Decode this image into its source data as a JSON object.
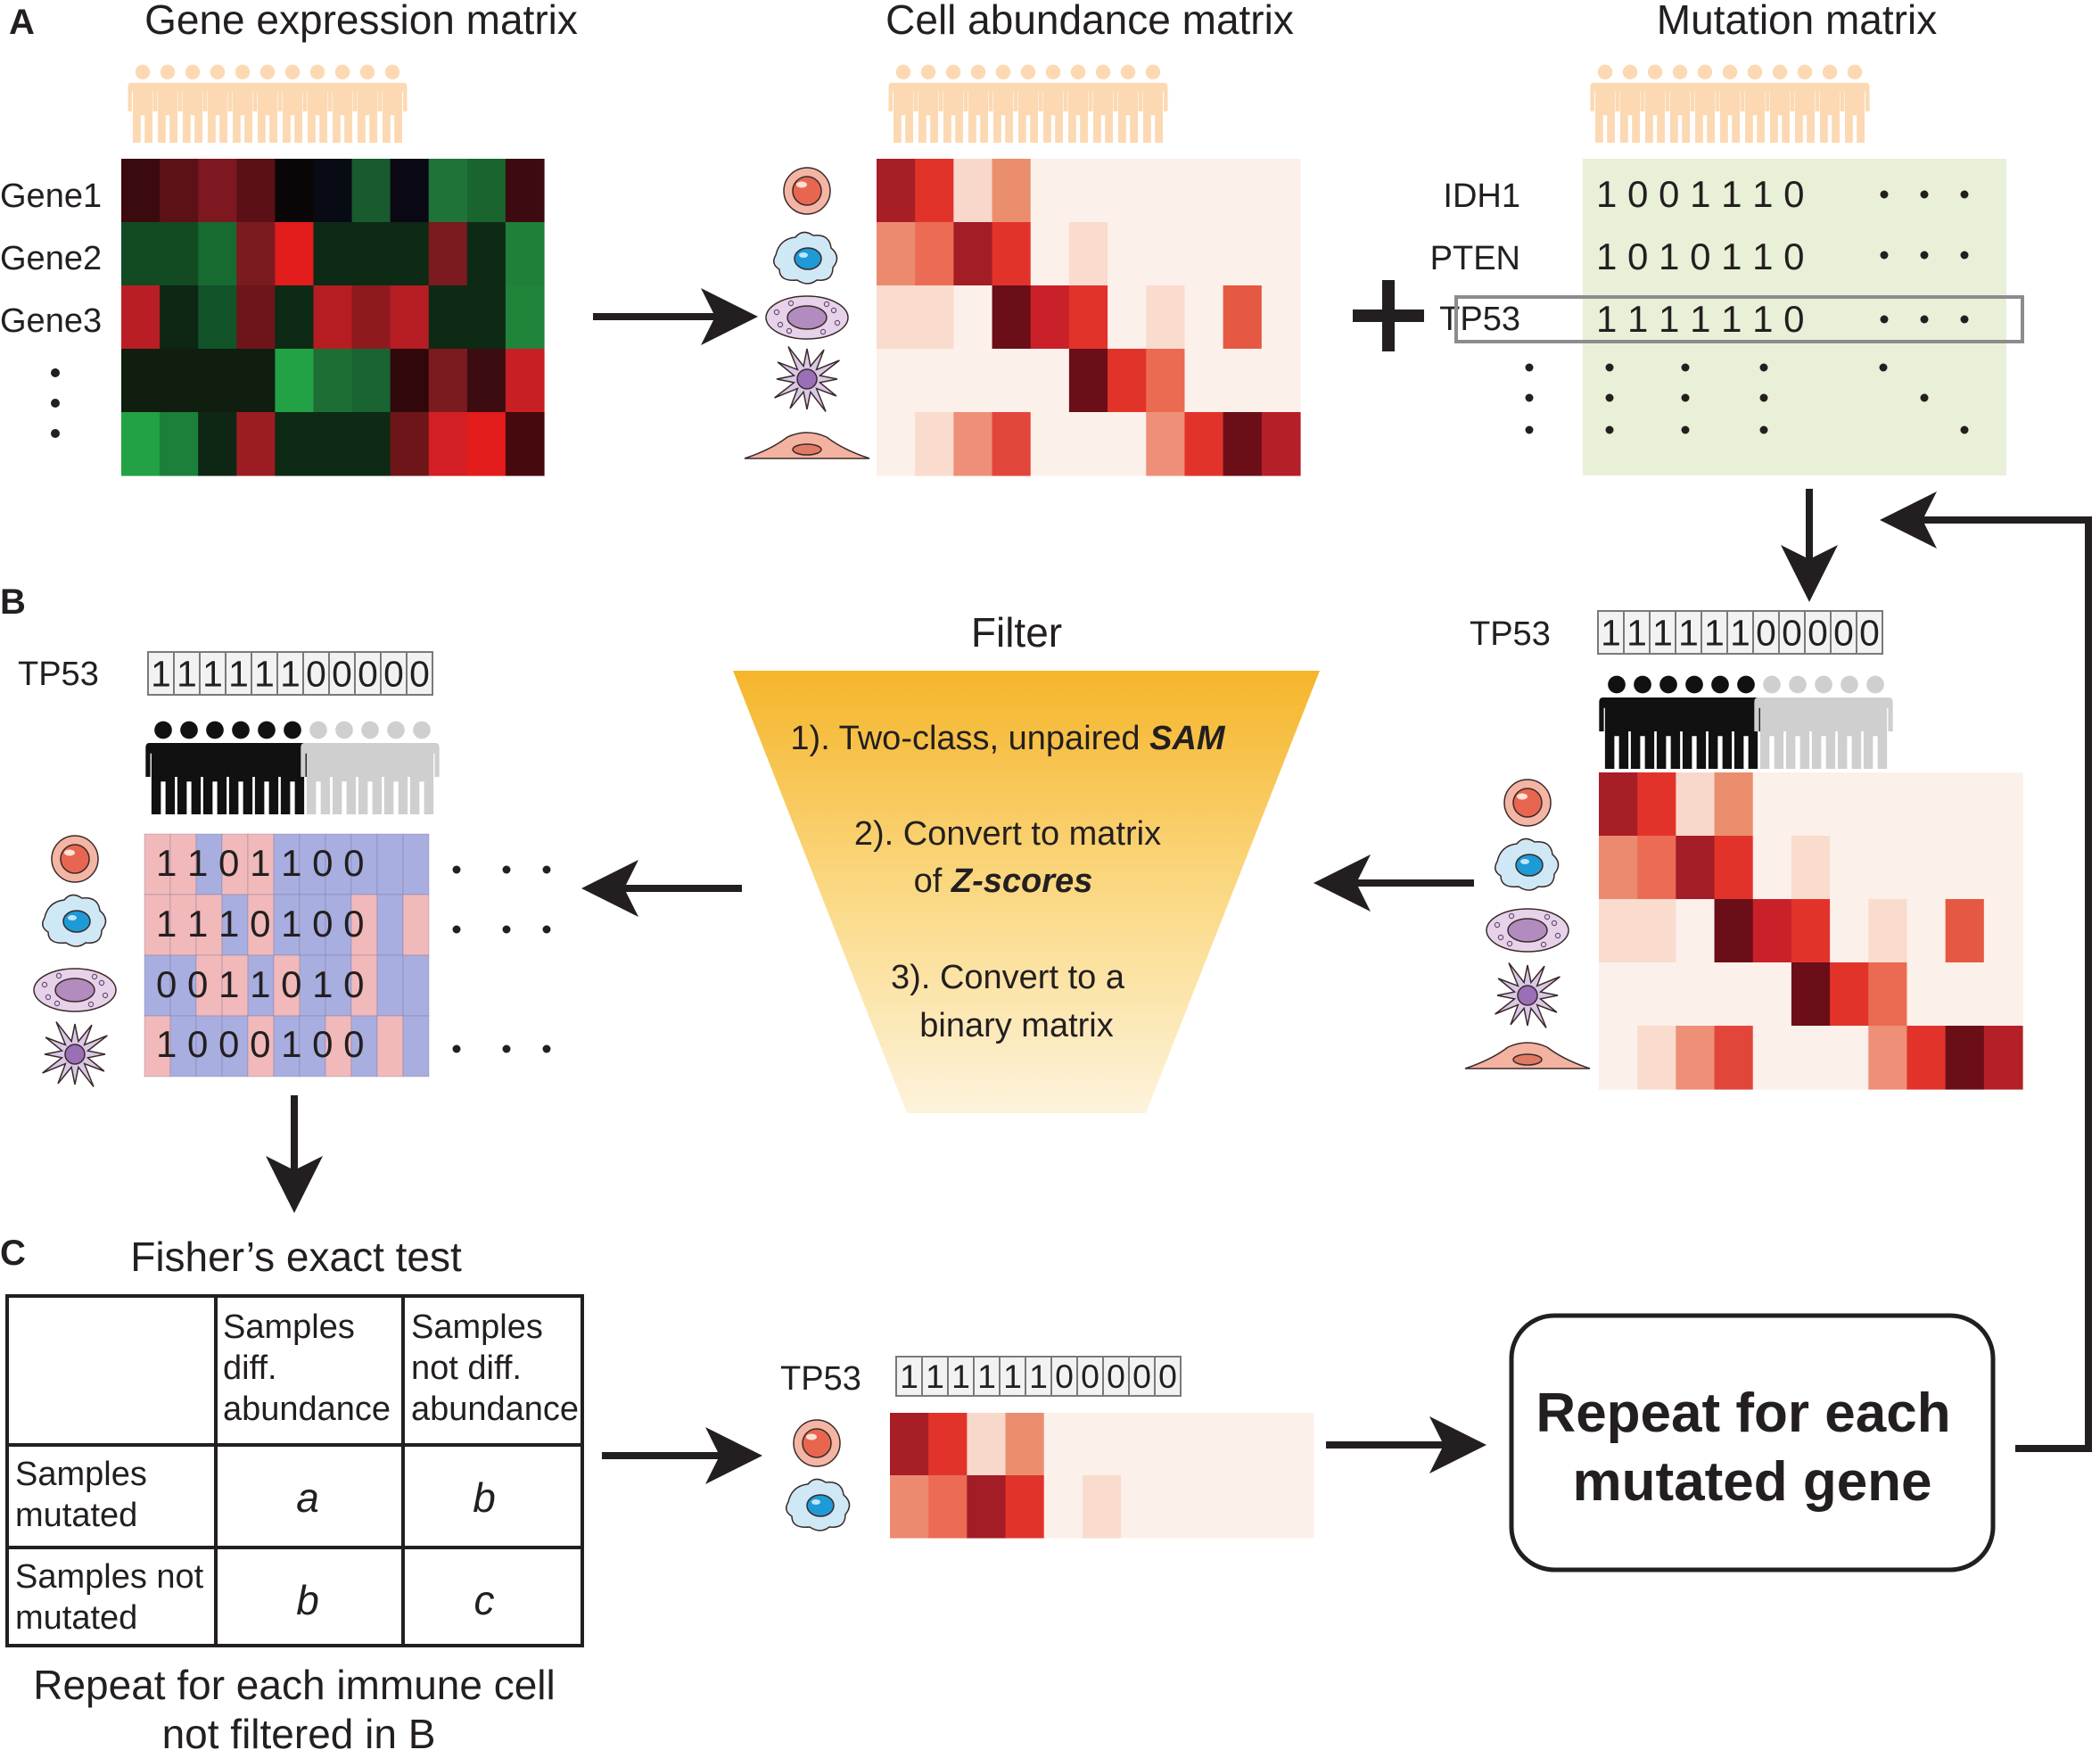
{
  "panels": {
    "a": "A",
    "b": "B",
    "c": "C"
  },
  "titles": {
    "gene_expression": "Gene expression matrix",
    "cell_abundance": "Cell abundance matrix",
    "mutation": "Mutation matrix"
  },
  "genes": [
    "Gene1",
    "Gene2",
    "Gene3"
  ],
  "mutation_rows": [
    {
      "gene": "IDH1",
      "digits": "1 0 0 1 1 1 0"
    },
    {
      "gene": "PTEN",
      "digits": "1 0 1 0 1 1 0"
    },
    {
      "gene": "TP53",
      "digits": "1 1 1 1 1 1 0"
    }
  ],
  "tp53": {
    "label": "TP53",
    "bits": [
      "1",
      "1",
      "1",
      "1",
      "1",
      "1",
      "0",
      "0",
      "0",
      "0",
      "0"
    ]
  },
  "filter": {
    "title": "Filter",
    "step1": "1). Two-class, unpaired ",
    "step1_em": "SAM",
    "step2a": "2). Convert to matrix",
    "step2b": "of ",
    "step2_em": "Z-scores",
    "step3a": "3). Convert to a",
    "step3b": "binary matrix"
  },
  "binary_rows": [
    "1 1 0 1 1 0 0",
    "1 1 1 0 1 0 0",
    "0 0 1 1 0 1 0",
    "1 0 0 0 1 0 0"
  ],
  "fisher": {
    "title": "Fisher’s exact test",
    "col1": [
      "Samples",
      "diff.",
      "abundance"
    ],
    "col2": [
      "Samples",
      "not diff.",
      "abundance"
    ],
    "row1": [
      "Samples",
      "mutated"
    ],
    "row2": [
      "Samples not",
      "mutated"
    ],
    "cells": [
      "a",
      "b",
      "b",
      "c"
    ],
    "footer": [
      "Repeat for each immune cell",
      "not filtered in B"
    ]
  },
  "repeat_box": [
    "Repeat for each",
    "mutated gene"
  ],
  "colors": {
    "person_beige": "#fcd9b3",
    "person_black": "#111111",
    "person_gray": "#cfcfcf",
    "mutation_bg": "#e8f0d8",
    "binary_pink": "#f2b9ba",
    "binary_blue": "#a9aee0",
    "filter_top": "#f5b52a",
    "filter_bottom": "#fdf3dc"
  }
}
